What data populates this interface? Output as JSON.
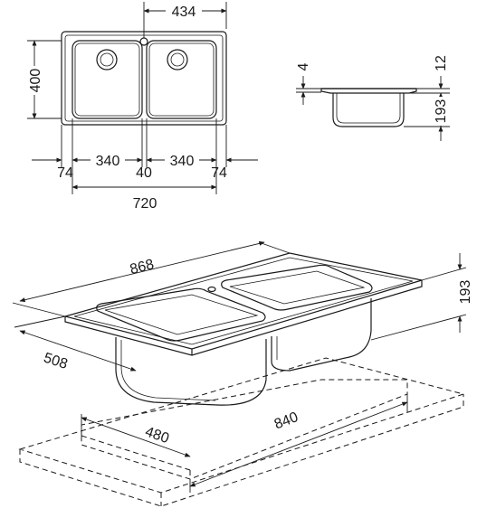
{
  "top_view": {
    "dim_overflow_offset": "434",
    "dim_depth": "400",
    "dim_margin_left": "74",
    "dim_bowl_left": "340",
    "dim_center": "40",
    "dim_bowl_right": "340",
    "dim_margin_right": "74",
    "dim_width": "720"
  },
  "side_view": {
    "dim_rim": "4",
    "dim_flange": "12",
    "dim_bowl_depth": "193"
  },
  "perspective_view": {
    "dim_length": "868",
    "dim_depth": "508",
    "dim_height": "193",
    "dim_cutout_length": "840",
    "dim_cutout_depth": "480"
  },
  "colors": {
    "line": "#1a1a1a",
    "background": "#ffffff"
  }
}
